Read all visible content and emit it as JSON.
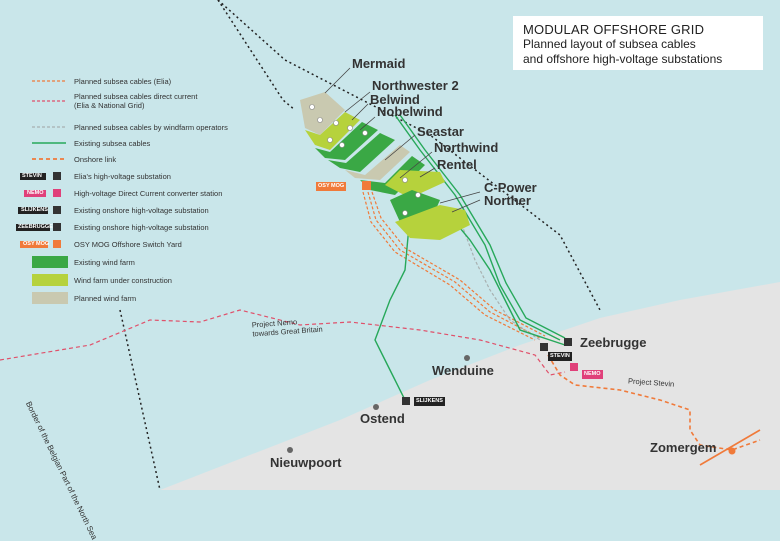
{
  "title": {
    "line1": "MODULAR OFFSHORE GRID",
    "line2": "Planned layout of subsea cables",
    "line3": "and offshore high-voltage substations"
  },
  "legend": [
    {
      "id": "elia-cables",
      "label": "Planned subsea cables (Elia)"
    },
    {
      "id": "dc-cables",
      "label": "Planned subsea cables direct current",
      "label2": "(Elia & National Grid)"
    },
    {
      "id": "operator-cables",
      "label": "Planned subsea cables by windfarm operators"
    },
    {
      "id": "existing-cables",
      "label": "Existing subsea cables"
    },
    {
      "id": "onshore-link",
      "label": "Onshore link"
    },
    {
      "id": "elia-substation",
      "tag": "STEVIN",
      "label": "Elia's high-voltage substation"
    },
    {
      "id": "dc-station",
      "tag": "NEMO",
      "label": "High-voltage Direct Current converter station"
    },
    {
      "id": "onshore-substation-1",
      "tag": "SLIJKENS",
      "label": "Existing onshore high-voltage substation"
    },
    {
      "id": "onshore-substation-2",
      "tag": "ZEEBRUGGE",
      "label": "Existing onshore high-voltage substation"
    },
    {
      "id": "osy-mog",
      "tag": "OSY MOG",
      "label": "OSY MOG Offshore Switch Yard"
    },
    {
      "id": "existing-farm",
      "label": "Existing wind farm"
    },
    {
      "id": "construction-farm",
      "label": "Wind farm under construction"
    },
    {
      "id": "planned-farm",
      "label": "Planned wind farm"
    }
  ],
  "windfarms": {
    "mermaid": "Mermaid",
    "northwester2": "Northwester 2",
    "belwind": "Belwind",
    "nobelwind": "Nobelwind",
    "seastar": "Seastar",
    "northwind": "Northwind",
    "rentel": "Rentel",
    "cpower": "C-Power",
    "norther": "Norther"
  },
  "places": {
    "zeebrugge": "Zeebrugge",
    "wenduine": "Wenduine",
    "ostend": "Ostend",
    "nieuwpoort": "Nieuwpoort",
    "zomergem": "Zomergem"
  },
  "tags": {
    "osy_mog": "OSY MOG",
    "stevin": "STEVIN",
    "nemo": "NEMO",
    "slijkens": "SLIJKENS"
  },
  "cable_labels": {
    "nemo_1": "Project Nemo",
    "nemo_2": "towards Great Britain",
    "stevin": "Project Stevin"
  },
  "border_label": "Border of the Belgian Part of the North Sea",
  "colors": {
    "sea": "#c9e6ea",
    "land": "#e4e4e4",
    "existing_farm": "#3aa845",
    "construction_farm": "#b6d23c",
    "planned_farm": "#c9c9b0",
    "existing_cable": "#27a85a",
    "elia_cable": "#f07a3a",
    "dc_cable": "#e0506a",
    "operator_cable": "#a8b0b0",
    "osy": "#f07a3a",
    "nemo": "#e0407a"
  }
}
